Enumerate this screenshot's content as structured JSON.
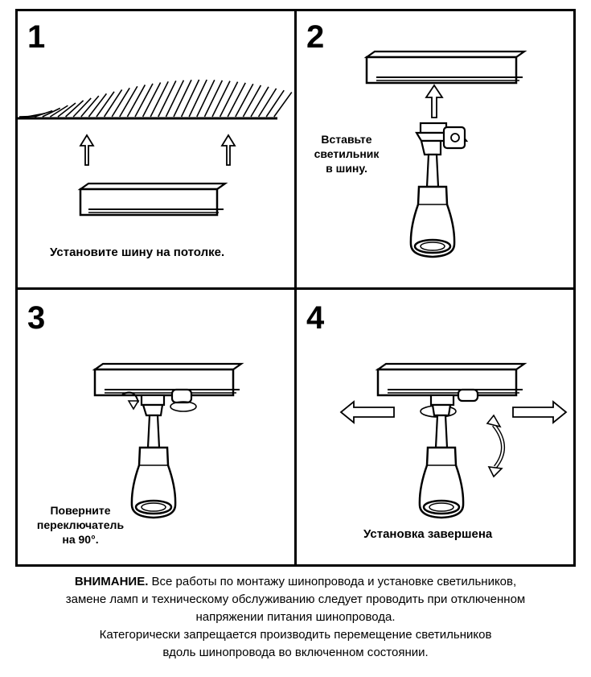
{
  "steps": [
    {
      "number": "1",
      "caption": "Установите шину на потолке."
    },
    {
      "number": "2",
      "caption_lines": [
        "Вставьте",
        "светильник",
        "в шину."
      ]
    },
    {
      "number": "3",
      "caption_lines": [
        "Поверните",
        "переключатель",
        "на 90°."
      ]
    },
    {
      "number": "4",
      "caption": "Установка завершена"
    }
  ],
  "warning": {
    "label": "ВНИМАНИЕ.",
    "line1": "Все работы по монтажу шинопровода и установке светильников,",
    "line2": "замене ламп и техническому обслуживанию следует проводить при отключенном",
    "line3": "напряжении питания шинопровода.",
    "line4": "Категорически запрещается производить перемещение светильников",
    "line5": "вдоль шинопровода во включенном состоянии."
  }
}
